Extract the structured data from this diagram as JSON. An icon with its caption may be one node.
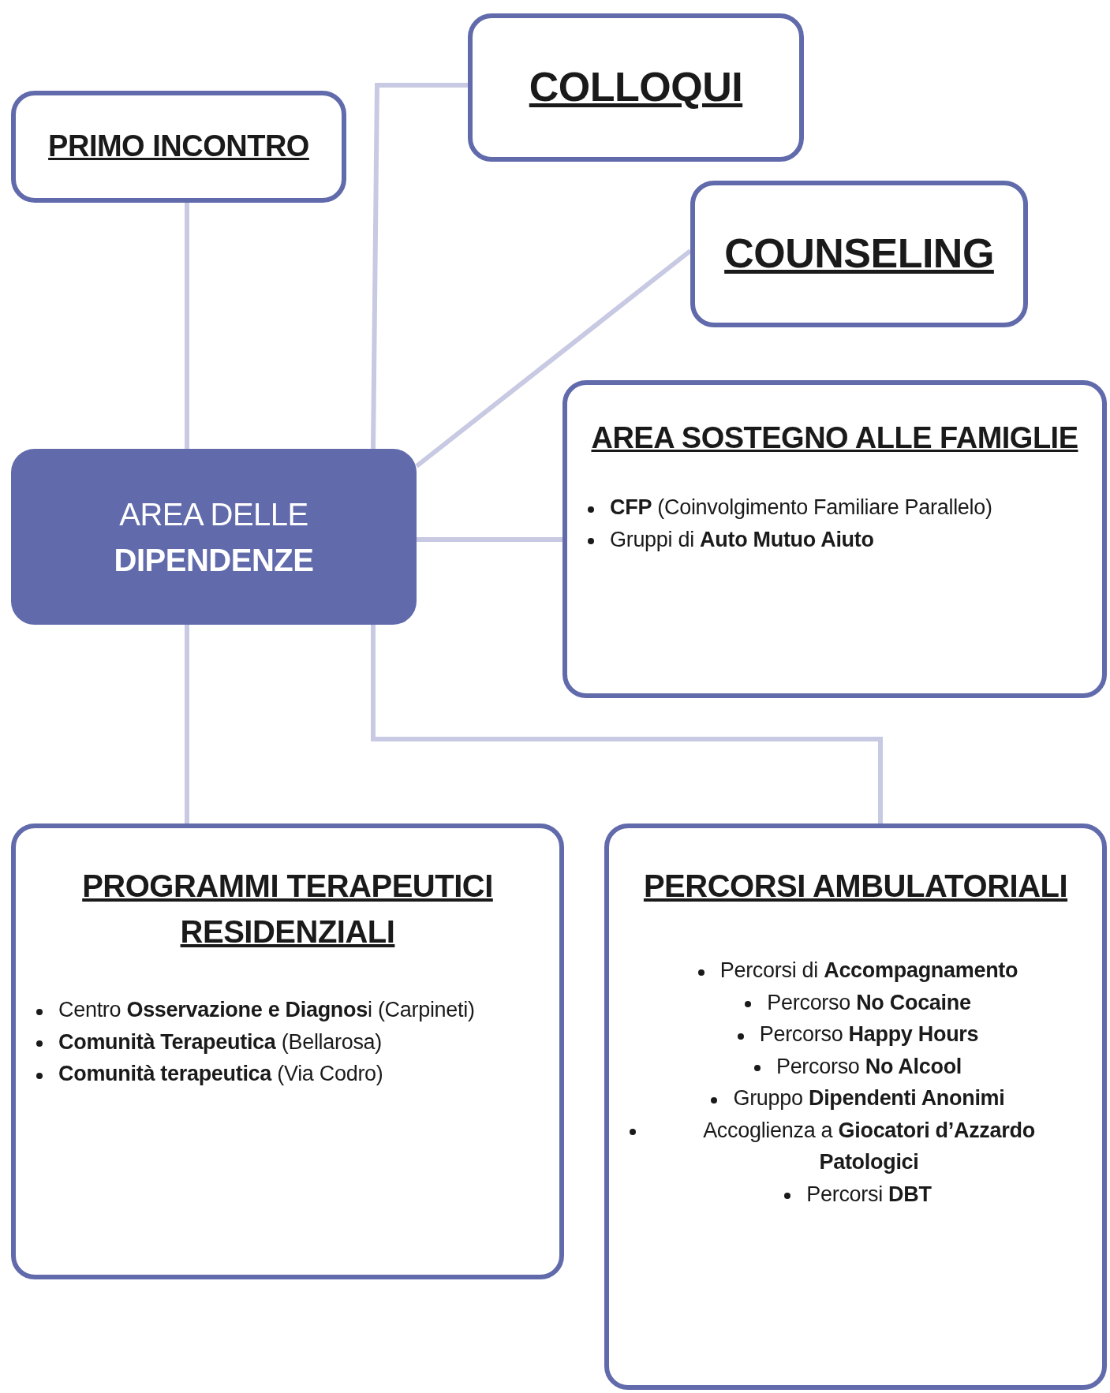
{
  "diagram": {
    "nodes": [
      {
        "text": [
          "PRIMO INCONTRO"
        ]
      },
      {
        "text": [
          "COLLOQUI"
        ]
      },
      {
        "text": [
          "COUNSELING"
        ]
      },
      {
        "text": [
          "AREA DELLE **DIPENDENZE**"
        ]
      },
      {
        "text": [
          "AREA SOSTEGNO ALLE FAMIGLIE",
          "**CFP** (Coinvolgimento Familiare Parallelo)",
          "Gruppi di **Auto Mutuo Aiuto**"
        ]
      },
      {
        "text": [
          "PROGRAMMI TERAPEUTICI RESIDENZIALI",
          "Centro **Osservazione e Diagnos**i (Carpineti)",
          "**Comunità Terapeutica** (Bellarosa)",
          "**Comunità terapeutica** (Via Codro)"
        ]
      },
      {
        "text": [
          "PERCORSI AMBULATORIALI",
          "Percorsi di **Accompagnamento**",
          "Percorso **No Cocaine**",
          "Percorso **Happy Hours**",
          "Percorso **No Alcool**",
          "Gruppo **Dipendenti Anonimi**",
          "Accoglienza a **Giocatori d’Azzardo Patologici**",
          "Percorsi **DBT**"
        ]
      }
    ],
    "edges": [
      {
        "from": 3,
        "to": 0,
        "arrow": "none"
      },
      {
        "from": 3,
        "to": 1,
        "arrow": "none"
      },
      {
        "from": 3,
        "to": 2,
        "arrow": "none"
      },
      {
        "from": 3,
        "to": 4,
        "arrow": "none"
      },
      {
        "from": 3,
        "to": 5,
        "arrow": "none"
      },
      {
        "from": 3,
        "to": 6,
        "arrow": "none"
      }
    ]
  }
}
